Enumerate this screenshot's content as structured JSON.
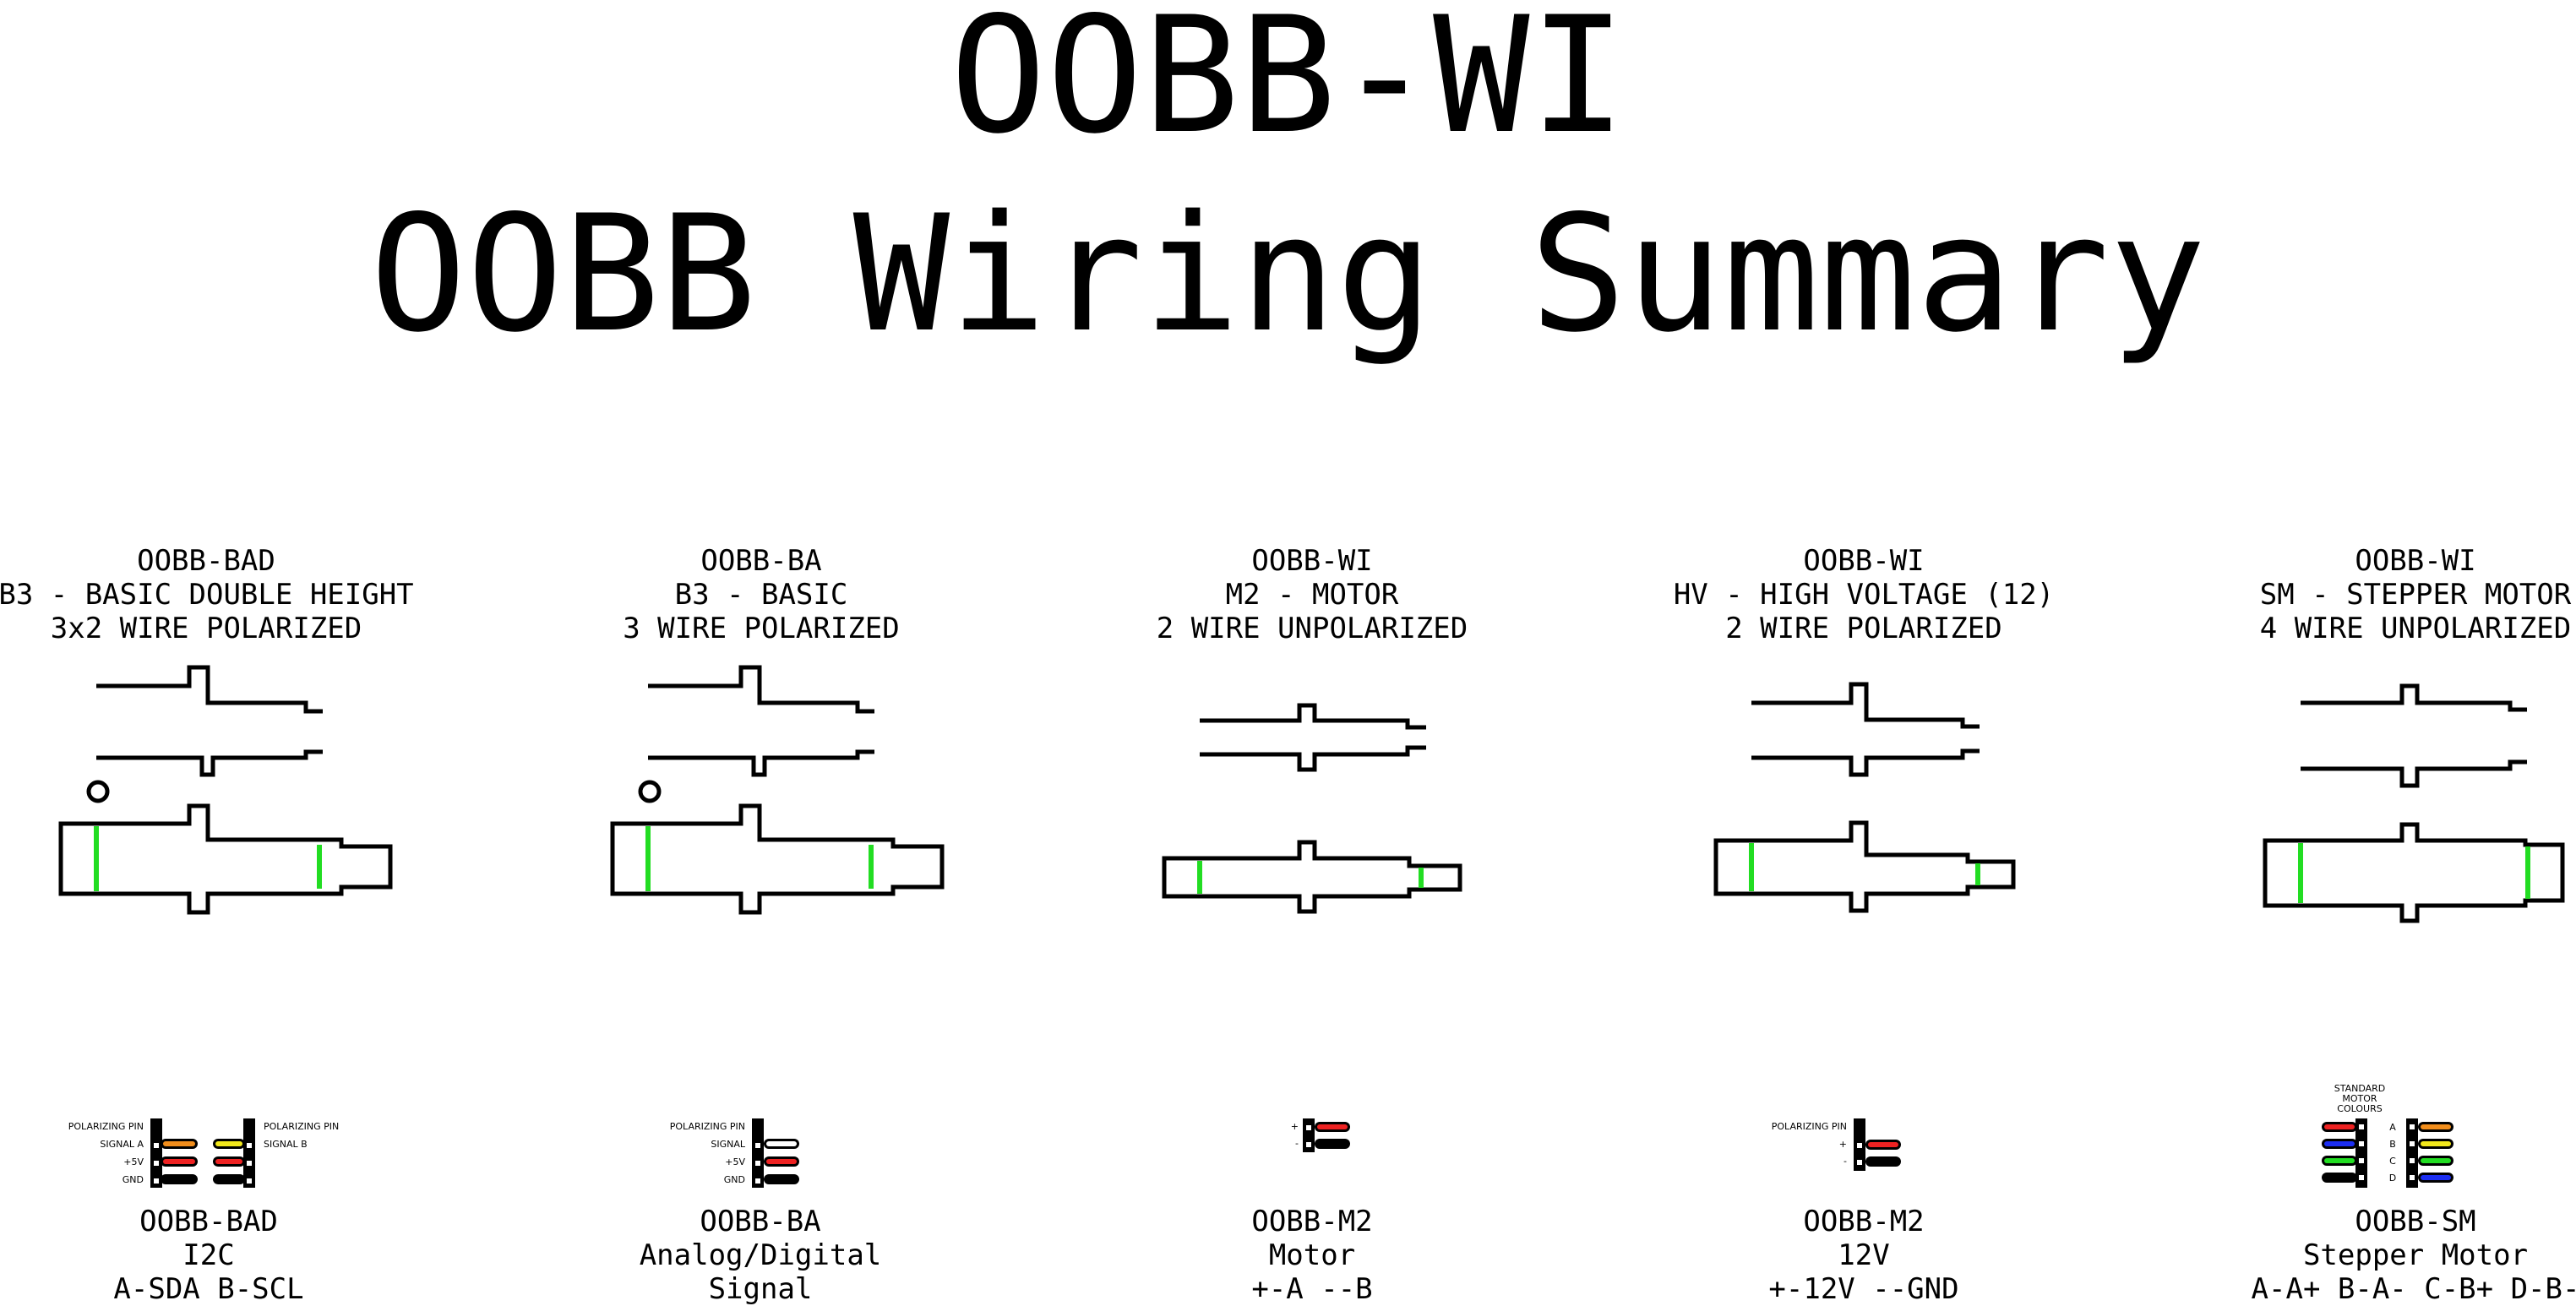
{
  "title": "OOBB-WI",
  "subtitle": "OOBB Wiring Summary",
  "colors": {
    "wire_outline": "#000000",
    "marker": "#22dd22"
  },
  "connectors": [
    {
      "header": [
        "OOBB-BAD",
        "B3 - BASIC DOUBLE HEIGHT",
        "3x2 WIRE POLARIZED"
      ],
      "footer": [
        "OOBB-BAD",
        "I2C",
        "A-SDA B-SCL"
      ],
      "pinout": {
        "left_labels": [
          "POLARIZING PIN",
          "SIGNAL A",
          "+5V",
          "GND"
        ],
        "right_labels": [
          "POLARIZING PIN",
          "SIGNAL B"
        ]
      }
    },
    {
      "header": [
        "OOBB-BA",
        "B3 - BASIC",
        "3 WIRE POLARIZED"
      ],
      "footer": [
        "OOBB-BA",
        "Analog/Digital",
        "Signal"
      ],
      "pinout": {
        "left_labels": [
          "POLARIZING PIN",
          "SIGNAL",
          "+5V",
          "GND"
        ]
      }
    },
    {
      "header": [
        "OOBB-WI",
        "M2 - MOTOR",
        "2 WIRE UNPOLARIZED"
      ],
      "footer": [
        "OOBB-M2",
        "Motor",
        "+-A --B"
      ],
      "pinout": {
        "left_labels": [
          "+",
          "-"
        ]
      }
    },
    {
      "header": [
        "OOBB-WI",
        "HV - HIGH VOLTAGE (12)",
        "2 WIRE POLARIZED"
      ],
      "footer": [
        "OOBB-M2",
        "12V",
        "+-12V --GND"
      ],
      "pinout": {
        "left_labels": [
          "POLARIZING PIN",
          "+",
          "-"
        ]
      }
    },
    {
      "header": [
        "OOBB-WI",
        "SM - STEPPER MOTOR",
        "4 WIRE UNPOLARIZED"
      ],
      "footer": [
        "OOBB-SM",
        "Stepper Motor",
        "A-A+ B-A- C-B+ D-B-"
      ],
      "pinout": {
        "caption": [
          "STANDARD",
          "MOTOR",
          "COLOURS"
        ],
        "pin_letters": [
          "A",
          "B",
          "C",
          "D"
        ]
      }
    }
  ]
}
